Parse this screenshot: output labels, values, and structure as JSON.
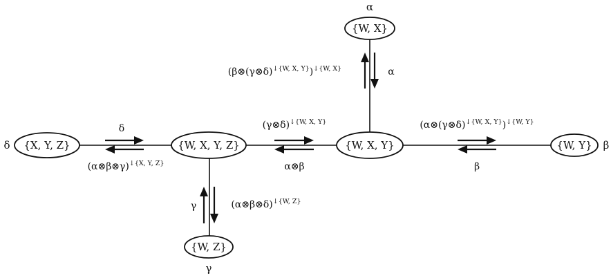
{
  "nodes": {
    "wxyz": {
      "label": "{W, X, Y, Z}"
    },
    "xyz": {
      "label": "{X, Y, Z}",
      "side": "δ"
    },
    "wx": {
      "label": "{W, X}",
      "side": "α"
    },
    "wxy": {
      "label": "{W, X, Y}"
    },
    "wy": {
      "label": "{W, Y}",
      "side": "β"
    },
    "wz": {
      "label": "{W, Z}",
      "side": "γ"
    }
  },
  "messages": {
    "xyz_to_wxyz": "δ",
    "wxyz_to_xyz": {
      "base": "(α⊗β⊗γ)",
      "sup": "↓{X, Y, Z}"
    },
    "wxyz_to_wxy": {
      "base": "(γ⊗δ)",
      "sup": "↓{W, X, Y}"
    },
    "wxy_to_wxyz": "α⊗β",
    "wxy_to_wx": {
      "base": "(β⊗(γ⊗δ)",
      "sup1": "↓{W, X, Y}",
      "mid": ")",
      "sup2": "↓{W, X}"
    },
    "wx_to_wxy": "α",
    "wxy_to_wy": {
      "base": "(α⊗(γ⊗δ)",
      "sup1": "↓{W, X, Y}",
      "mid": ")",
      "sup2": "↓{W, Y}"
    },
    "wy_to_wxy": "β",
    "wz_to_wxyz": "γ",
    "wxyz_to_wz": {
      "base": "(α⊗β⊗δ)",
      "sup": "↓{W, Z}"
    }
  }
}
